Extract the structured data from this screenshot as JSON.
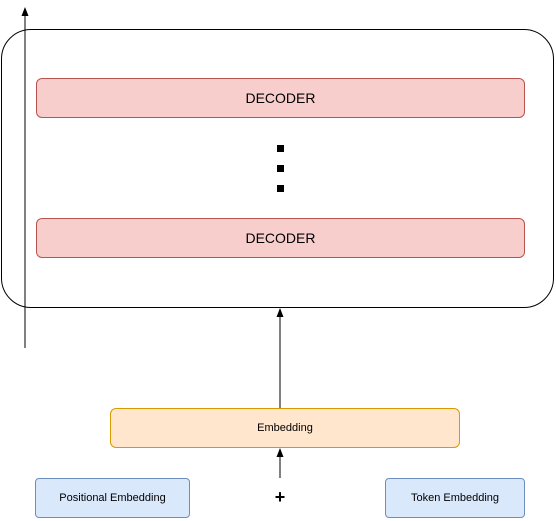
{
  "decoders": [
    {
      "label": "DECODER"
    },
    {
      "label": "DECODER"
    }
  ],
  "ellipsis": {
    "dot_count": 3
  },
  "embedding": {
    "label": "Embedding"
  },
  "inputs": {
    "positional": {
      "label": "Positional Embedding"
    },
    "operator": "+",
    "token": {
      "label": "Token Embedding"
    }
  },
  "colors": {
    "decoder_fill": "#f8cecc",
    "decoder_stroke": "#b85450",
    "embedding_fill": "#ffe6cc",
    "embedding_stroke": "#d79b00",
    "input_fill": "#dae8fc",
    "input_stroke": "#6c8ebf",
    "line": "#000000"
  }
}
